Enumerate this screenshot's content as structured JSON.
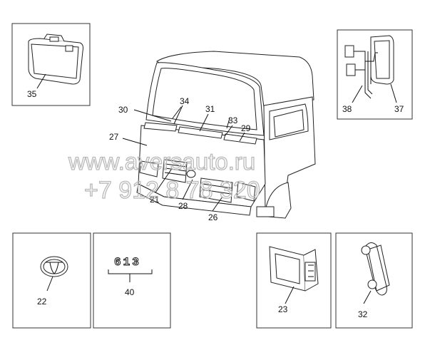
{
  "watermark": {
    "line1": "www.aversauto.ru",
    "line2": "+7 912 8 78 320"
  },
  "callouts": {
    "c35": "35",
    "c38": "38",
    "c37": "37",
    "c30": "30",
    "c34": "34",
    "c31": "31",
    "c33": "33",
    "c29": "29",
    "c27": "27",
    "c21": "21",
    "c28": "28",
    "c26": "26",
    "c22": "22",
    "c40": "40",
    "c23": "23",
    "c32": "32"
  },
  "badge": {
    "code": "613"
  }
}
